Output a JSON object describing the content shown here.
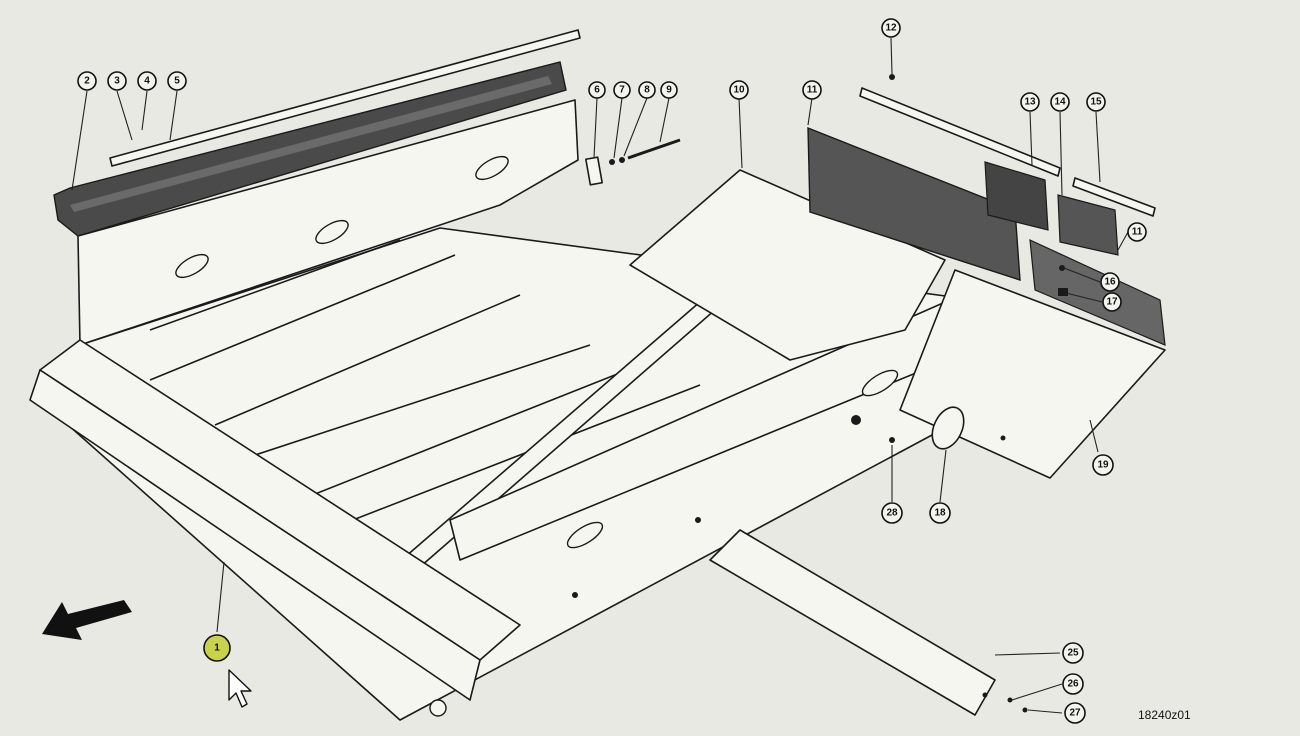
{
  "diagram": {
    "drawing_id": "18240z01",
    "callouts": [
      {
        "id": "callout-1",
        "label": "1",
        "highlighted": true
      },
      {
        "id": "callout-2",
        "label": "2"
      },
      {
        "id": "callout-3",
        "label": "3"
      },
      {
        "id": "callout-4",
        "label": "4"
      },
      {
        "id": "callout-5",
        "label": "5"
      },
      {
        "id": "callout-6",
        "label": "6"
      },
      {
        "id": "callout-7",
        "label": "7"
      },
      {
        "id": "callout-8",
        "label": "8"
      },
      {
        "id": "callout-9",
        "label": "9"
      },
      {
        "id": "callout-10",
        "label": "10"
      },
      {
        "id": "callout-11a",
        "label": "11"
      },
      {
        "id": "callout-11b",
        "label": "11"
      },
      {
        "id": "callout-12",
        "label": "12"
      },
      {
        "id": "callout-13",
        "label": "13"
      },
      {
        "id": "callout-14",
        "label": "14"
      },
      {
        "id": "callout-15",
        "label": "15"
      },
      {
        "id": "callout-16",
        "label": "16"
      },
      {
        "id": "callout-17",
        "label": "17"
      },
      {
        "id": "callout-18",
        "label": "18"
      },
      {
        "id": "callout-19",
        "label": "19"
      },
      {
        "id": "callout-25",
        "label": "25"
      },
      {
        "id": "callout-26",
        "label": "26"
      },
      {
        "id": "callout-27",
        "label": "27"
      },
      {
        "id": "callout-28",
        "label": "28"
      }
    ],
    "direction_arrow_icon": "arrow-left-down-icon",
    "cursor_icon": "mouse-pointer-icon",
    "highlight_color": "#c8d24a"
  }
}
